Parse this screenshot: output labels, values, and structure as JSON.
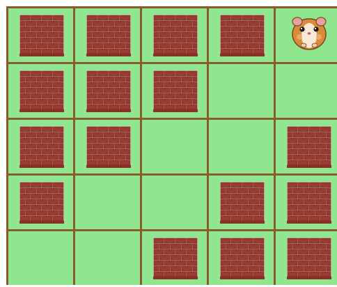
{
  "board": {
    "rows": 5,
    "cols": 5,
    "colors": {
      "grass": "#90e68f",
      "grid_line": "#8b5a2b",
      "brick": "#9b3a2e",
      "mortar": "#d9c9c2"
    },
    "cells": [
      [
        "wall",
        "wall",
        "wall",
        "wall",
        "hamster"
      ],
      [
        "wall",
        "wall",
        "wall",
        "empty",
        "empty"
      ],
      [
        "wall",
        "wall",
        "empty",
        "empty",
        "wall"
      ],
      [
        "wall",
        "empty",
        "empty",
        "wall",
        "wall"
      ],
      [
        "empty",
        "empty",
        "wall",
        "wall",
        "wall"
      ]
    ],
    "icons": {
      "wall": "brick-wall-icon",
      "hamster": "hamster-icon"
    }
  }
}
